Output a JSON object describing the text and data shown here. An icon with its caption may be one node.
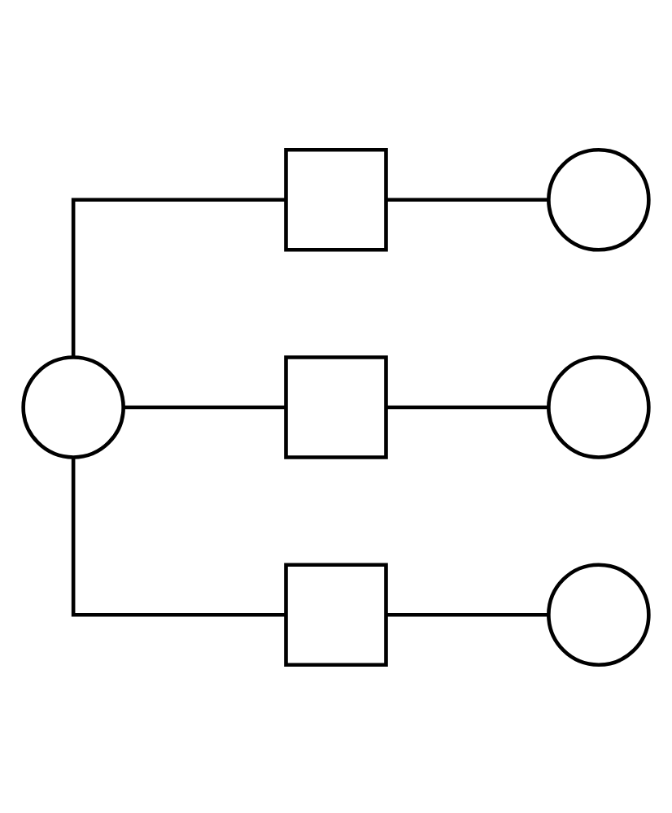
{
  "diagram": {
    "nodes": [
      {
        "text": [],
        "shape": "circle"
      },
      {
        "text": [],
        "shape": "box"
      },
      {
        "text": [],
        "shape": "circle"
      },
      {
        "text": [],
        "shape": "box"
      },
      {
        "text": [],
        "shape": "circle"
      },
      {
        "text": [],
        "shape": "box"
      },
      {
        "text": [],
        "shape": "circle"
      }
    ],
    "edges": [
      {
        "from": 0,
        "to": 1,
        "arrow": "none"
      },
      {
        "from": 1,
        "to": 2,
        "arrow": "none"
      },
      {
        "from": 0,
        "to": 3,
        "arrow": "none"
      },
      {
        "from": 3,
        "to": 4,
        "arrow": "none"
      },
      {
        "from": 0,
        "to": 5,
        "arrow": "none"
      },
      {
        "from": 5,
        "to": 6,
        "arrow": "none"
      }
    ]
  }
}
